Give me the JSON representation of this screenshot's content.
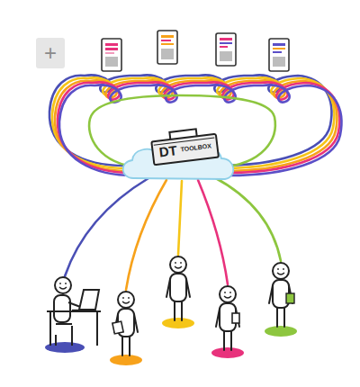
{
  "diagram": {
    "nodes": [
      {
        "text": [
          "+"
        ]
      },
      {
        "text": [
          "DT",
          "TOOLBOX"
        ]
      }
    ]
  }
}
